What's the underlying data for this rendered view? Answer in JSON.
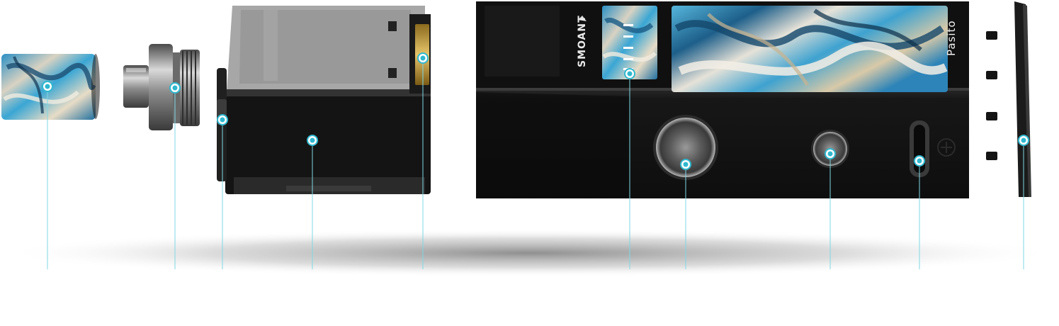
{
  "device": {
    "brand_text": "SMOANT",
    "model_text": "Pasito"
  },
  "colors": {
    "callout_line": "#7fd8e4",
    "callout_dot": "#2fb8cf",
    "body_black": "#151515",
    "resin_blue": "#2a8fc4",
    "resin_cream": "#e8dcc6",
    "brass": "#c9a34a"
  },
  "parts": [
    {
      "id": "drip-tip"
    },
    {
      "id": "adapter"
    },
    {
      "id": "pod-button"
    },
    {
      "id": "pod-cartridge"
    },
    {
      "id": "pod-contact"
    },
    {
      "id": "led-panel"
    },
    {
      "id": "fire-button"
    },
    {
      "id": "adjust-button"
    },
    {
      "id": "usb-port"
    },
    {
      "id": "side-plate"
    }
  ]
}
